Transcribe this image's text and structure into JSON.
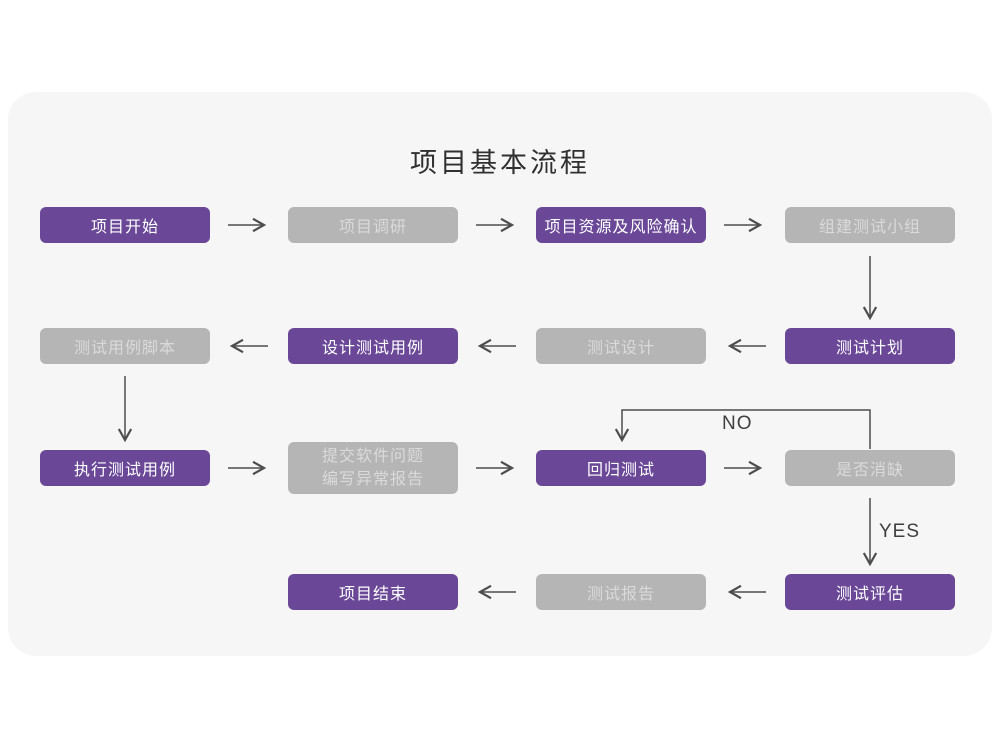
{
  "title": "项目基本流程",
  "decision_labels": {
    "no": "NO",
    "yes": "YES"
  },
  "colors": {
    "purple": "#6a4897",
    "gray": "#b5b5b5",
    "grayText": "#dadada",
    "cardBg": "#f6f6f7",
    "arrow": "#4d4d4d",
    "titleText": "#303030"
  },
  "nodes": {
    "start": {
      "label": "项目开始",
      "type": "primary"
    },
    "research": {
      "label": "项目调研",
      "type": "secondary"
    },
    "risk": {
      "label": "项目资源及风险确认",
      "type": "primary"
    },
    "team": {
      "label": "组建测试小组",
      "type": "secondary"
    },
    "case_script": {
      "label": "测试用例脚本",
      "type": "secondary"
    },
    "design_case": {
      "label": "设计测试用例",
      "type": "primary"
    },
    "test_design": {
      "label": "测试设计",
      "type": "secondary"
    },
    "plan": {
      "label": "测试计划",
      "type": "primary"
    },
    "execute": {
      "label": "执行测试用例",
      "type": "primary"
    },
    "submit": {
      "line1": "提交软件问题",
      "line2": "编写异常报告",
      "type": "secondary"
    },
    "regression": {
      "label": "回归测试",
      "type": "primary"
    },
    "defect_check": {
      "label": "是否消缺",
      "type": "secondary"
    },
    "evaluate": {
      "label": "测试评估",
      "type": "primary"
    },
    "report": {
      "label": "测试报告",
      "type": "secondary"
    },
    "end": {
      "label": "项目结束",
      "type": "primary"
    }
  }
}
